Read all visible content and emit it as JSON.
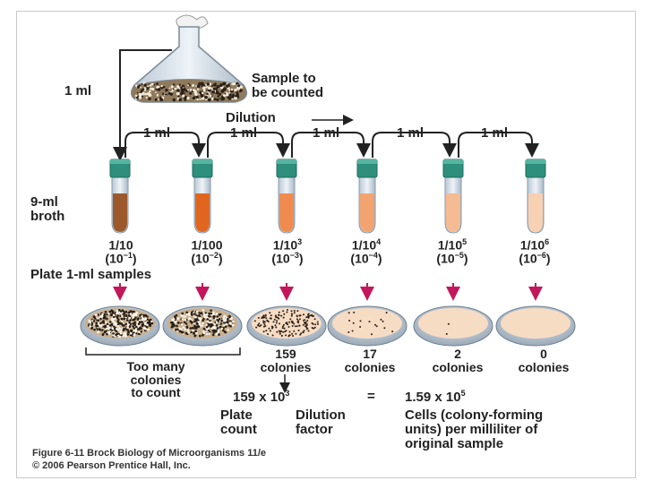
{
  "sample_label": [
    "Sample to",
    "be counted"
  ],
  "flask_transfer": "1 ml",
  "dilution_label": "Dilution",
  "transfer_labels": [
    "1 ml",
    "1 ml",
    "1 ml",
    "1 ml",
    "1 ml"
  ],
  "broth_label": [
    "9-ml",
    "broth"
  ],
  "plate_label": "Plate 1-ml samples",
  "tubes": [
    {
      "fraction_base": "1/10",
      "fraction_exp": "",
      "power_base": "(10",
      "power_exp": "−1",
      "power_close": ")",
      "liquid_color": "#9c5a2c",
      "count": "",
      "count_text": ""
    },
    {
      "fraction_base": "1/100",
      "fraction_exp": "",
      "power_base": "(10",
      "power_exp": "−2",
      "power_close": ")",
      "liquid_color": "#e0661f",
      "count": "",
      "count_text": ""
    },
    {
      "fraction_base": "1/10",
      "fraction_exp": "3",
      "power_base": "(10",
      "power_exp": "−3",
      "power_close": ")",
      "liquid_color": "#ef8b4e",
      "count": "159",
      "count_text": "colonies"
    },
    {
      "fraction_base": "1/10",
      "fraction_exp": "4",
      "power_base": "(10",
      "power_exp": "−4",
      "power_close": ")",
      "liquid_color": "#f2a370",
      "count": "17",
      "count_text": "colonies"
    },
    {
      "fraction_base": "1/10",
      "fraction_exp": "5",
      "power_base": "(10",
      "power_exp": "−5",
      "power_close": ")",
      "liquid_color": "#f5bb92",
      "count": "2",
      "count_text": "colonies"
    },
    {
      "fraction_base": "1/10",
      "fraction_exp": "6",
      "power_base": "(10",
      "power_exp": "−6",
      "power_close": ")",
      "liquid_color": "#f8d0b2",
      "count": "0",
      "count_text": "colonies"
    }
  ],
  "too_many": [
    "Too many",
    "colonies",
    "to count"
  ],
  "equation": {
    "left_base": "159 x 10",
    "left_exp": "3",
    "equals": "=",
    "right_base": "1.59 x 10",
    "right_exp": "5"
  },
  "term_labels": {
    "plate_count": [
      "Plate",
      "count"
    ],
    "dilution_factor": [
      "Dilution",
      "factor"
    ],
    "cells": [
      "Cells (colony-forming",
      "units) per milliliter of",
      "original sample"
    ]
  },
  "caption": [
    "Figure 6-11  Brock Biology of Microorganisms 11/e",
    "© 2006 Pearson Prentice Hall, Inc."
  ]
}
